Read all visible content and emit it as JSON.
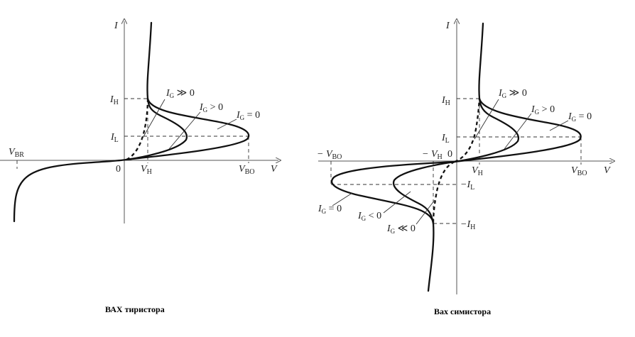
{
  "thyristor": {
    "caption": "ВАХ тиристора",
    "axis_i": "I",
    "axis_v": "V",
    "origin": "0",
    "ih_main": "I",
    "ih_sub": "H",
    "il_main": "I",
    "il_sub": "L",
    "vh_main": "V",
    "vh_sub": "H",
    "vbo_main": "V",
    "vbo_sub": "BO",
    "vbr_main": "V",
    "vbr_sub": "BR",
    "curves": [
      {
        "main": "I",
        "sub": "G",
        "rel": " ≫ 0"
      },
      {
        "main": "I",
        "sub": "G",
        "rel": " > 0"
      },
      {
        "main": "I",
        "sub": "G",
        "rel": " = 0"
      }
    ]
  },
  "triac": {
    "caption": "Вах симистора",
    "axis_i": "I",
    "axis_v": "V",
    "origin": "0",
    "ih_main": "I",
    "ih_sub": "H",
    "il_main": "I",
    "il_sub": "L",
    "vh_main": "V",
    "vh_sub": "H",
    "vbo_main": "V",
    "vbo_sub": "BO",
    "neg_vbo_main": "− V",
    "neg_vbo_sub": "BO",
    "neg_vh_main": "− V",
    "neg_vh_sub": "H",
    "neg_il_main": "−I",
    "neg_il_sub": "L",
    "neg_ih_main": "−I",
    "neg_ih_sub": "H",
    "curves_pos": [
      {
        "main": "I",
        "sub": "G",
        "rel": " ≫ 0"
      },
      {
        "main": "I",
        "sub": "G",
        "rel": " > 0"
      },
      {
        "main": "I",
        "sub": "G",
        "rel": " = 0"
      }
    ],
    "curves_neg": [
      {
        "main": "I",
        "sub": "G",
        "rel": " = 0"
      },
      {
        "main": "I",
        "sub": "G",
        "rel": " < 0"
      },
      {
        "main": "I",
        "sub": "G",
        "rel": " ≪ 0"
      }
    ]
  }
}
